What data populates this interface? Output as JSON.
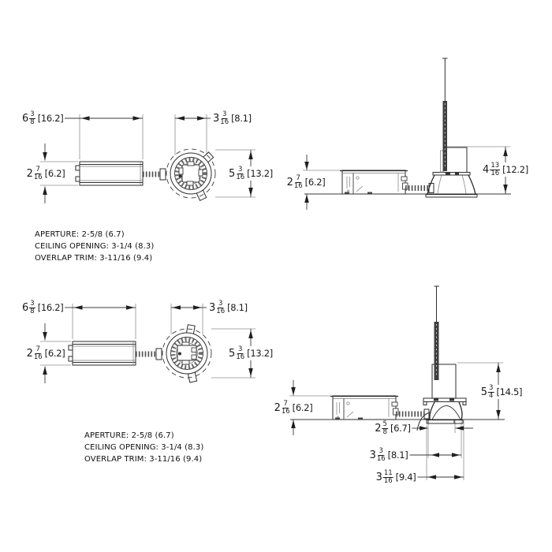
{
  "views": {
    "plan_a": {
      "dims": {
        "body_width": {
          "whole": "6",
          "num": "3",
          "den": "8",
          "metric": "[16.2]"
        },
        "housing_width": {
          "whole": "3",
          "num": "3",
          "den": "16",
          "metric": "[8.1]"
        },
        "body_height": {
          "whole": "2",
          "num": "7",
          "den": "16",
          "metric": "[6.2]"
        },
        "trim_diameter": {
          "whole": "5",
          "num": "3",
          "den": "16",
          "metric": "[13.2]"
        }
      },
      "notes": [
        "APERTURE: 2-5/8 (6.7)",
        "CEILING OPENING: 3-1/4 (8.3)",
        "OVERLAP TRIM: 3-11/16 (9.4)"
      ]
    },
    "side_a": {
      "dims": {
        "body_height": {
          "whole": "2",
          "num": "7",
          "den": "16",
          "metric": "[6.2]"
        },
        "recess_height": {
          "whole": "4",
          "num": "13",
          "den": "16",
          "metric": "[12.2]"
        }
      }
    },
    "plan_b": {
      "dims": {
        "body_width": {
          "whole": "6",
          "num": "3",
          "den": "8",
          "metric": "[16.2]"
        },
        "housing_width": {
          "whole": "3",
          "num": "3",
          "den": "16",
          "metric": "[8.1]"
        },
        "body_height": {
          "whole": "2",
          "num": "7",
          "den": "16",
          "metric": "[6.2]"
        },
        "trim_diameter": {
          "whole": "5",
          "num": "3",
          "den": "16",
          "metric": "[13.2]"
        }
      },
      "notes": [
        "APERTURE: 2-5/8 (6.7)",
        "CEILING OPENING: 3-1/4 (8.3)",
        "OVERLAP TRIM: 3-11/16 (9.4)"
      ]
    },
    "side_b": {
      "dims": {
        "body_height": {
          "whole": "2",
          "num": "7",
          "den": "16",
          "metric": "[6.2]"
        },
        "recess_height": {
          "whole": "5",
          "num": "3",
          "den": "4",
          "metric": "[14.5]"
        },
        "aperture": {
          "whole": "2",
          "num": "5",
          "den": "8",
          "metric": "[6.7]"
        },
        "housing_width": {
          "whole": "3",
          "num": "3",
          "den": "16",
          "metric": "[8.1]"
        },
        "overlap_trim": {
          "whole": "3",
          "num": "11",
          "den": "16",
          "metric": "[9.4]"
        }
      }
    }
  }
}
